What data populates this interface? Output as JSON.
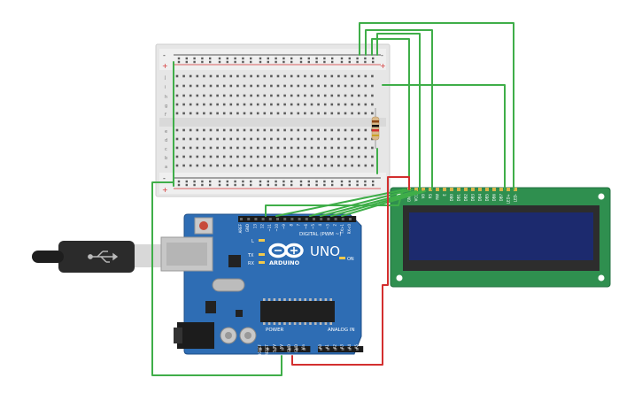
{
  "breadboard": {
    "row_top_a": "j",
    "row_top_b": "i",
    "row_top_c": "h",
    "row_top_d": "g",
    "row_top_e": "f",
    "row_bot_a": "e",
    "row_bot_b": "d",
    "row_bot_c": "c",
    "row_bot_d": "b",
    "row_bot_e": "a",
    "minus": "-",
    "plus": "+"
  },
  "arduino": {
    "brand": "ARDUINO",
    "model": "UNO",
    "digital_label": "DIGITAL (PWM ~)",
    "power_label": "POWER",
    "analog_label": "ANALOG IN",
    "on_label": "ON",
    "tx_label": "TX",
    "rx_label": "RX",
    "l_label": "L",
    "digital_pins": [
      "AREF",
      "GND",
      "13",
      "12",
      "~11",
      "~10",
      "~9",
      "8",
      "7",
      "~6",
      "~5",
      "4",
      "~3",
      "2",
      "TX>1",
      "RX<0"
    ],
    "power_pins": [
      "IOREF",
      "RESET",
      "3.3V",
      "5V",
      "GND",
      "GND",
      "Vin"
    ],
    "analog_pins": [
      "A0",
      "A1",
      "A2",
      "A3",
      "A4",
      "A5"
    ]
  },
  "lcd": {
    "pins": [
      "GND",
      "VCC",
      "V0",
      "RS",
      "RW",
      "E",
      "DB0",
      "DB1",
      "DB2",
      "DB3",
      "DB4",
      "DB5",
      "DB6",
      "DB7",
      "LED+",
      "LED-"
    ]
  },
  "colors": {
    "board_blue": "#2e6db4",
    "breadboard": "#e8e8e8",
    "rail_red": "#d32f2f",
    "wire_green": "#3fae49",
    "wire_red": "#d32f2f",
    "lcd_pcb": "#2f8f4f",
    "lcd_screen": "#1c2a6e"
  }
}
